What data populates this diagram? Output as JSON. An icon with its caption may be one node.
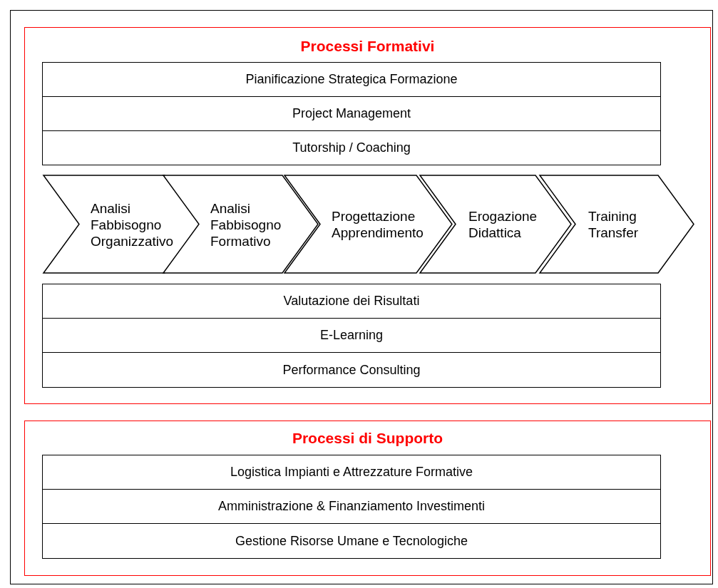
{
  "diagram": {
    "nodes": [
      {
        "text": [
          "Processi Formativi"
        ]
      },
      {
        "text": [
          "Pianificazione Strategica Formazione"
        ],
        "in": 0
      },
      {
        "text": [
          "Project Management"
        ],
        "in": 0
      },
      {
        "text": [
          "Tutorship / Coaching"
        ],
        "in": 0
      },
      {
        "text": [
          "Analisi Fabbisogno Organizzativo"
        ],
        "in": 0
      },
      {
        "text": [
          "Analisi Fabbisogno Formativo"
        ],
        "in": 0
      },
      {
        "text": [
          "Progettazione Apprendimento"
        ],
        "in": 0
      },
      {
        "text": [
          "Erogazione Didattica"
        ],
        "in": 0
      },
      {
        "text": [
          "Training Transfer"
        ],
        "in": 0
      },
      {
        "text": [
          "Valutazione dei Risultati"
        ],
        "in": 0
      },
      {
        "text": [
          "E-Learning"
        ],
        "in": 0
      },
      {
        "text": [
          "Performance Consulting"
        ],
        "in": 0
      },
      {
        "text": [
          "Processi di Supporto"
        ]
      },
      {
        "text": [
          "Logistica Impianti e Attrezzature Formative"
        ],
        "in": 12
      },
      {
        "text": [
          "Amministrazione & Finanziamento Investimenti"
        ],
        "in": 12
      },
      {
        "text": [
          "Gestione Risorse Umane e Tecnologiche"
        ],
        "in": 12
      }
    ]
  }
}
